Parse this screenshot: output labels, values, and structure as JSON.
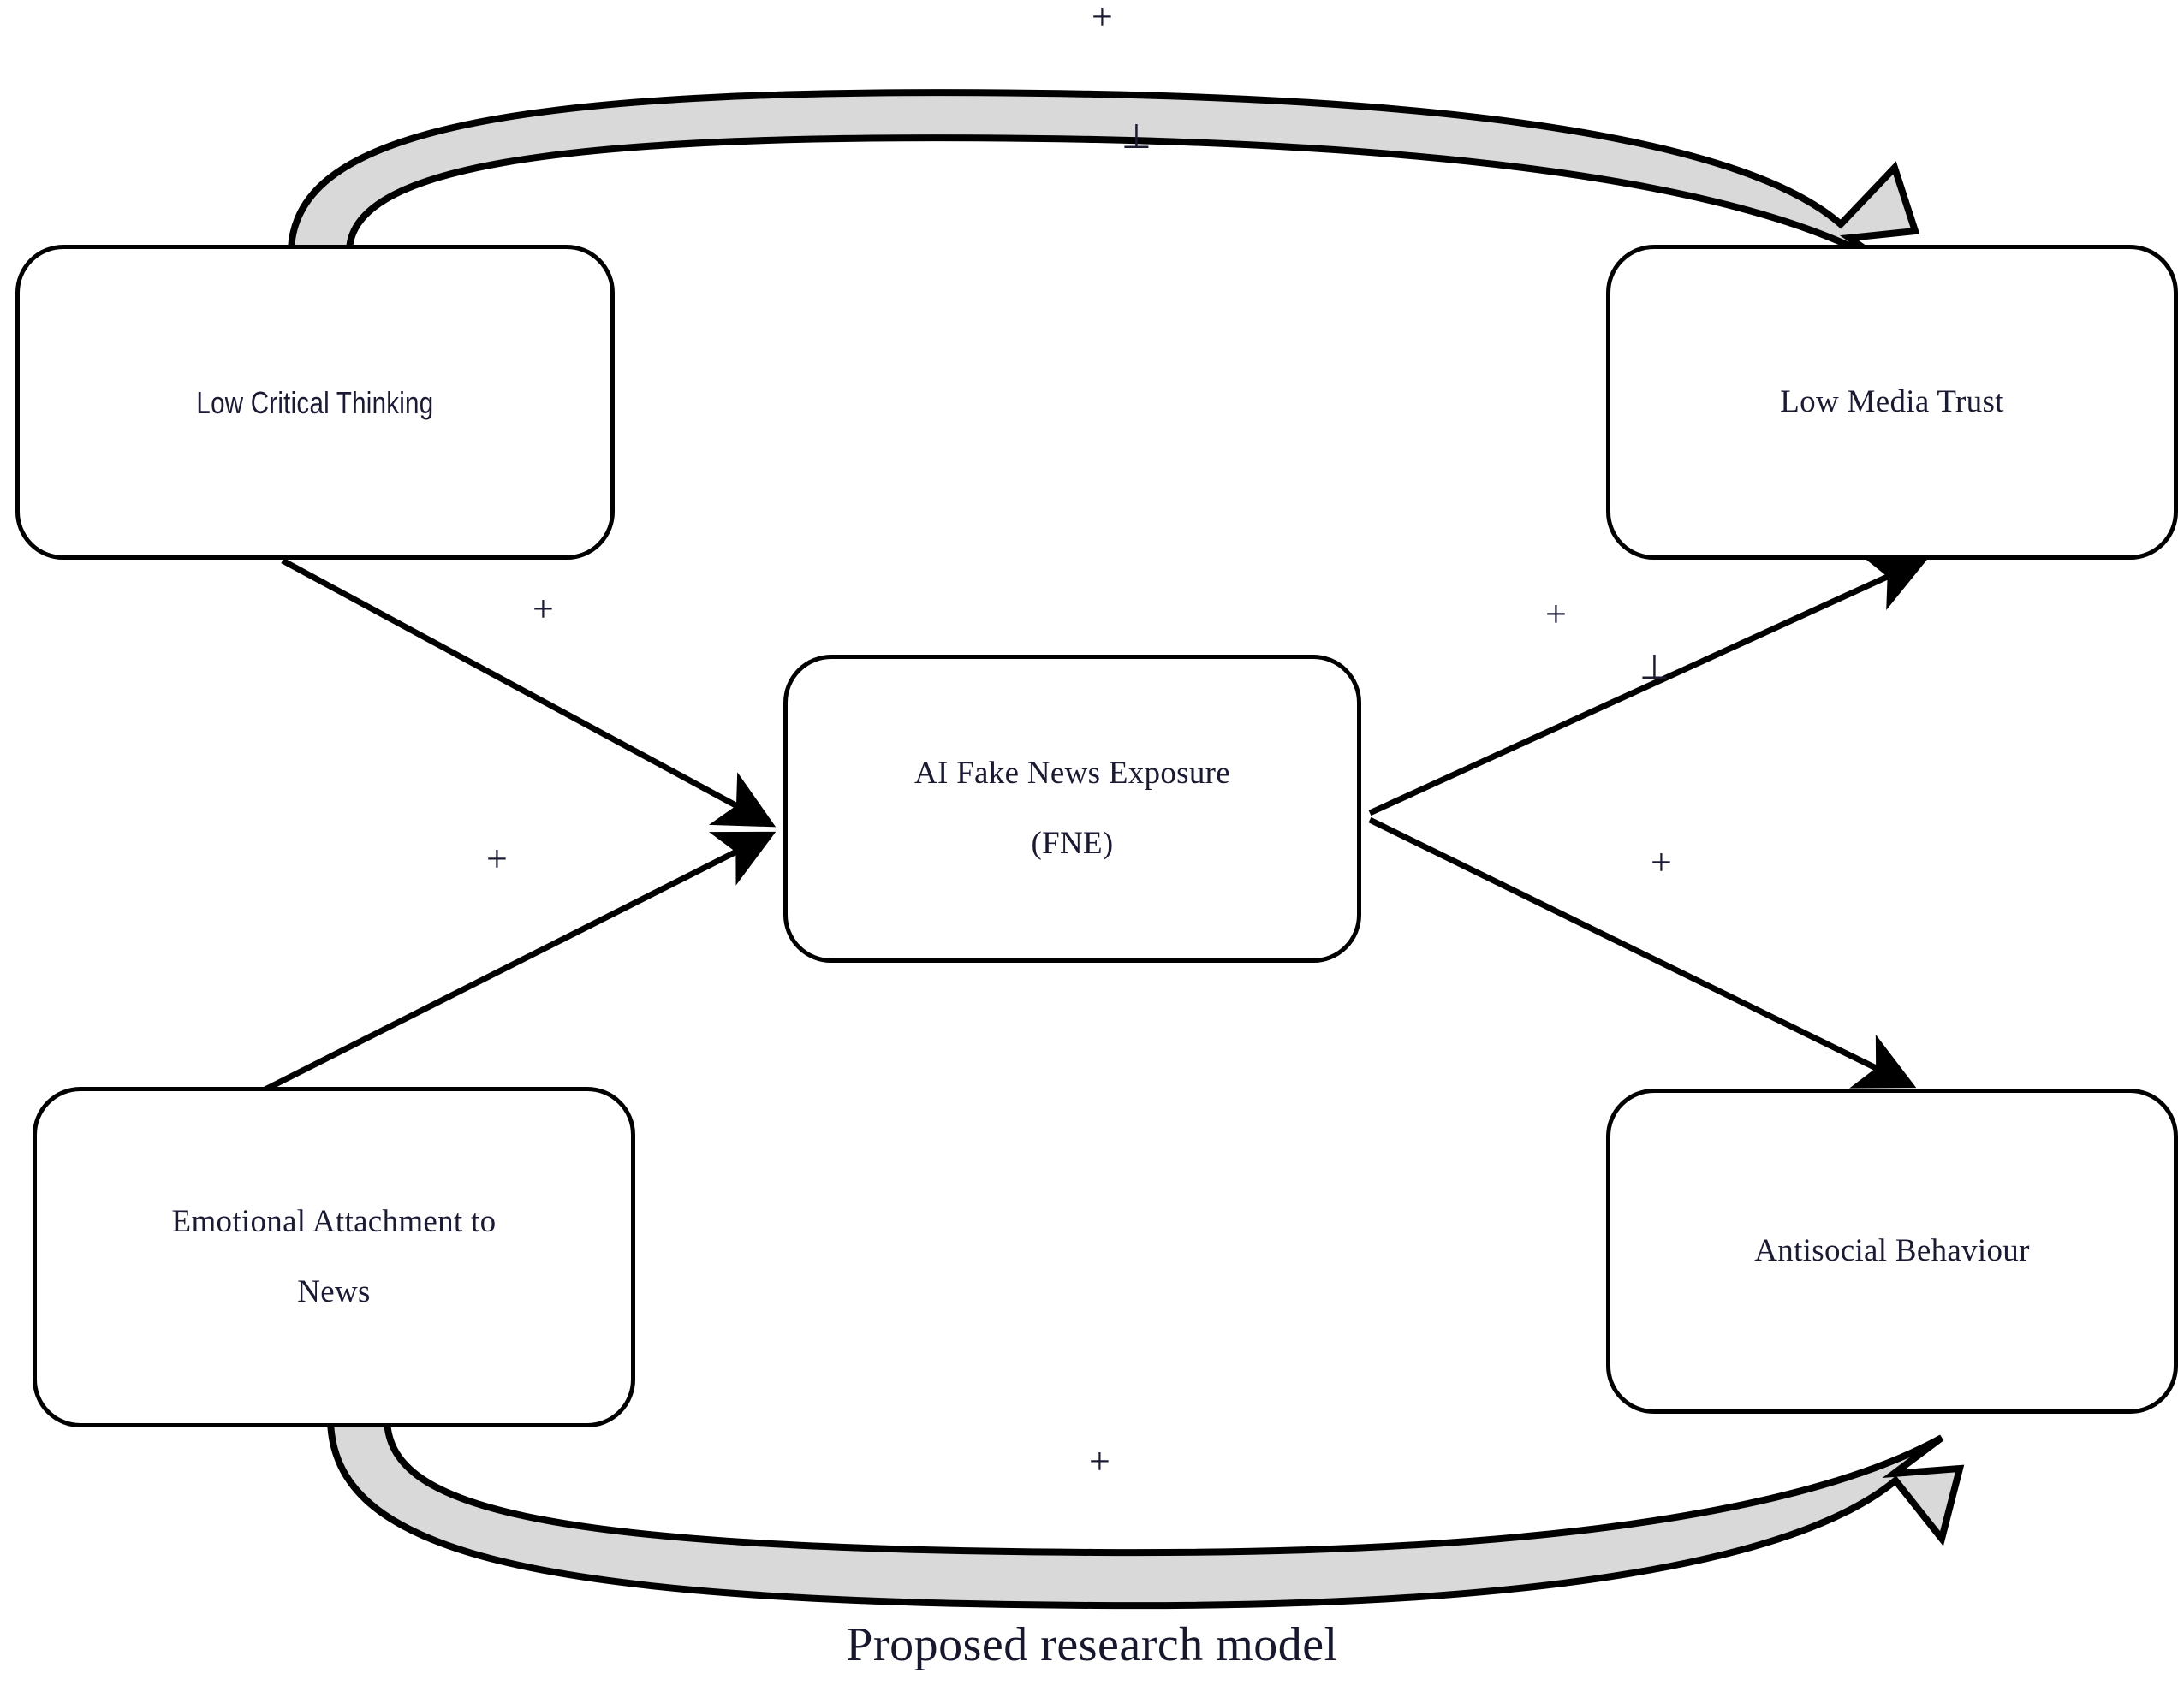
{
  "figure": {
    "caption": "Proposed research model",
    "background_color": "#ffffff",
    "outline_color": "#000000",
    "block_arrow_fill": "#d9d9d9",
    "text_color": "#1a1a33"
  },
  "nodes": [
    {
      "id": "low-critical-thinking",
      "label": "Low Critical Thinking",
      "position": "top-left"
    },
    {
      "id": "low-media-trust",
      "label": "Low Media Trust",
      "position": "top-right"
    },
    {
      "id": "ai-fake-news-exposure",
      "label_line1": "AI Fake News Exposure",
      "label_line2": "(FNE)",
      "position": "center"
    },
    {
      "id": "emotional-attachment-to-news",
      "label_line1": "Emotional Attachment to",
      "label_line2": "News",
      "position": "bottom-left"
    },
    {
      "id": "antisocial-behaviour",
      "label": "Antisocial Behaviour",
      "position": "bottom-right"
    }
  ],
  "edges": [
    {
      "id": "lct-to-lmt-moderation",
      "from": "low-critical-thinking",
      "to": "low-media-trust",
      "style": "curved-block-arrow",
      "sign_above": "+",
      "sign_below": "⊥"
    },
    {
      "id": "lct-to-fne",
      "from": "low-critical-thinking",
      "to": "ai-fake-news-exposure",
      "style": "solid-line-arrow",
      "sign": "+"
    },
    {
      "id": "ean-to-fne",
      "from": "emotional-attachment-to-news",
      "to": "ai-fake-news-exposure",
      "style": "solid-line-arrow",
      "sign": "+"
    },
    {
      "id": "fne-to-lmt",
      "from": "ai-fake-news-exposure",
      "to": "low-media-trust",
      "style": "solid-line-arrow",
      "sign": "+",
      "sign_secondary": "⊥"
    },
    {
      "id": "fne-to-asb",
      "from": "ai-fake-news-exposure",
      "to": "antisocial-behaviour",
      "style": "solid-line-arrow",
      "sign": "+"
    },
    {
      "id": "ean-to-asb-moderation",
      "from": "emotional-attachment-to-news",
      "to": "antisocial-behaviour",
      "style": "curved-block-arrow",
      "sign": "+"
    }
  ],
  "signs": {
    "top_plus": "+",
    "top_perp": "⊥",
    "upper_left_plus": "+",
    "lower_left_plus": "+",
    "upper_right_plus": "+",
    "right_perp": "⊥",
    "lower_right_plus": "+",
    "bottom_plus": "+"
  }
}
